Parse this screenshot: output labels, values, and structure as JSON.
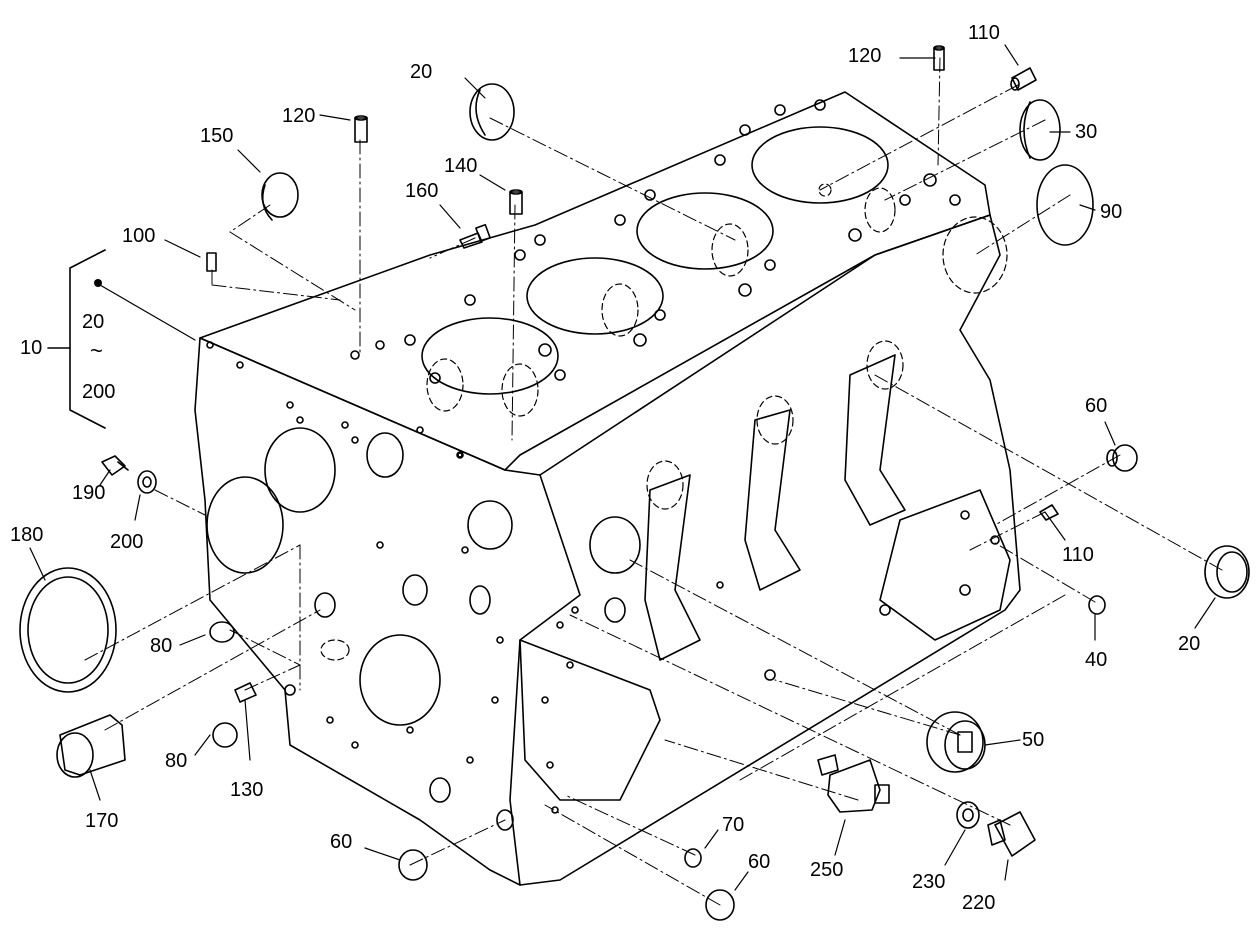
{
  "diagram": {
    "colors": {
      "line": "#000000",
      "background": "#ffffff"
    },
    "group": {
      "label": "10",
      "range_start": "20",
      "range_symbol": "~",
      "range_end": "200"
    },
    "callouts": [
      "20",
      "120",
      "110",
      "30",
      "90",
      "150",
      "120",
      "140",
      "160",
      "100",
      "60",
      "110",
      "20",
      "40",
      "190",
      "200",
      "180",
      "80",
      "130",
      "80",
      "170",
      "50",
      "70",
      "60",
      "250",
      "230",
      "220",
      "60"
    ]
  }
}
